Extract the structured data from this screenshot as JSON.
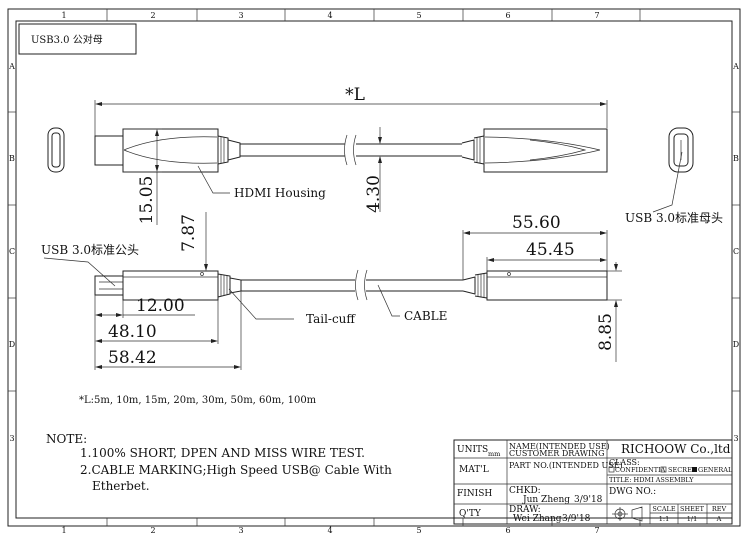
{
  "frame": {
    "col_labels": [
      "1",
      "2",
      "3",
      "4",
      "5",
      "6",
      "7"
    ],
    "row_labels": [
      "A",
      "B",
      "C",
      "D",
      "3"
    ]
  },
  "header_box": {
    "text": "USB3.0 公对母"
  },
  "top_view": {
    "length_label": "*L",
    "dim_width": "15.05",
    "dim_cable": "4.30",
    "hdmi_housing": "HDMI Housing",
    "female_end_label": "USB 3.0标准母头"
  },
  "side_view": {
    "male_end_label": "USB 3.0标准公头",
    "dim_787": "7.87",
    "dim_1200": "12.00",
    "dim_4810": "48.10",
    "dim_5842": "58.42",
    "dim_5560": "55.60",
    "dim_4545": "45.45",
    "dim_885": "8.85",
    "tail_cuff": "Tail-cuff",
    "cable": "CABLE"
  },
  "lengths_note": "*L:5m, 10m, 15m, 20m, 30m, 50m, 60m, 100m",
  "notes": {
    "title": "NOTE:",
    "items": [
      "1.100% SHORT, DPEN AND MISS WIRE TEST.",
      "2.CABLE MARKING;High Speed USB@ Cable With",
      "Etherbet."
    ]
  },
  "title_block": {
    "units": "UNITS",
    "units_sub": "mm",
    "name_line1": "NAME(INTENDED USE)",
    "name_line2": "CUSTOMER DRAWING",
    "company": "RICHOOW Co.,ltd",
    "matl": "MAT'L",
    "part_no": "PART NO.(INTENDED USE)",
    "class_label": "CLASS:",
    "class_confidential": "CONFIDENTIA",
    "class_secret": "SECRET",
    "class_general": "GENERAL",
    "title": "TITLE: HDMI ASSEMBLY",
    "finish": "FINISH",
    "chkd": "CHKD:",
    "chkd_name": "Jun Zheng",
    "chkd_date": "3/9'18",
    "dwg_no": "DWG NO.:",
    "qty": "Q'TY",
    "draw": "DRAW:",
    "draw_name": "Wei Zhang",
    "draw_date": "3/9'18",
    "scale_h": "SCALE",
    "scale_v": "1:1",
    "sheet_h": "SHEET",
    "sheet_v": "1/1",
    "rev_h": "REV",
    "rev_v": "A"
  }
}
